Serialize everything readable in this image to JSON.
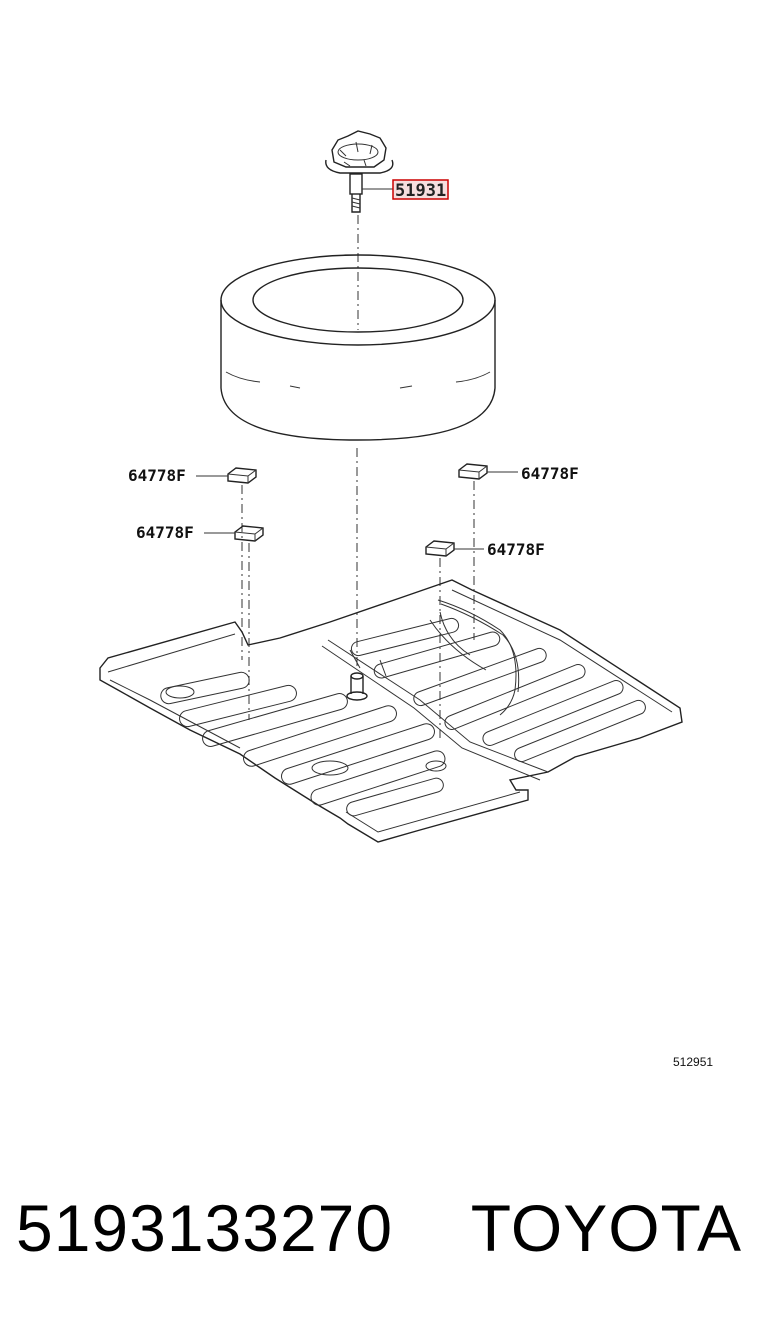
{
  "callouts": {
    "bolt": "51931",
    "clip_left_upper": "64778F",
    "clip_left_lower": "64778F",
    "clip_right_upper": "64778F",
    "clip_right_lower": "64778F"
  },
  "illustration_ref": "512951",
  "footer": {
    "part_number": "5193133270",
    "brand": "TOYOTA"
  },
  "colors": {
    "highlight_border": "#cc0000",
    "highlight_fill": "#f6dede",
    "line": "#222222"
  }
}
